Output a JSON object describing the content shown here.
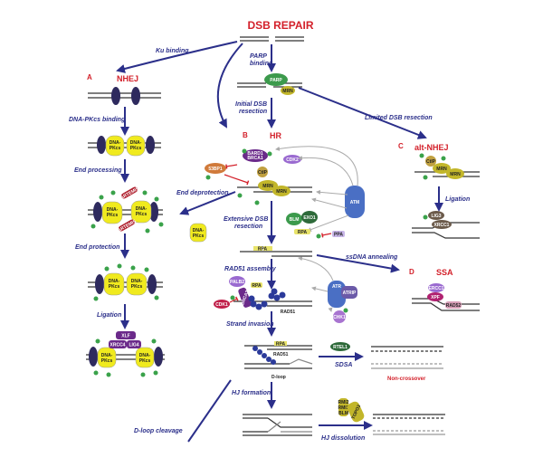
{
  "title": "DSB REPAIR",
  "panels": {
    "A": {
      "letter": "A",
      "title": "NHEJ"
    },
    "B": {
      "letter": "B",
      "title": "HR"
    },
    "C": {
      "letter": "C",
      "title": "alt-NHEJ"
    },
    "D": {
      "letter": "D",
      "title": "SSA"
    }
  },
  "steps": {
    "ku_binding": "Ku binding",
    "parp_binding_1": "PARP",
    "parp_binding_2": "binding",
    "initial_resection_1": "Initial DSB",
    "initial_resection_2": "resection",
    "limited_resection": "Limited DSB resection",
    "dnapkcs_binding": "DNA-PKcs binding",
    "end_processing": "End processing",
    "end_deprotection": "End deprotection",
    "end_protection": "End protection",
    "ligation_a": "Ligation",
    "ligation_c": "Ligation",
    "extensive_resection_1": "Extensive DSB",
    "extensive_resection_2": "resection",
    "ssdna_annealing": "ssDNA annealing",
    "rad51_assembly": "RAD51 assembly",
    "strand_invasion": "Strand invasion",
    "sdsa": "SDSA",
    "non_crossover": "Non-crossover",
    "dloop": "D-loop",
    "hj_formation": "HJ formation",
    "dloop_cleavage": "D-loop cleavage",
    "hj_dissolution": "HJ dissolution"
  },
  "proteins": {
    "parp": "PARP",
    "mrn": "MRN",
    "dnapkcs_1": "DNA-",
    "dnapkcs_2": "PKcs",
    "artemis": "ARTEMIS",
    "xlf": "XLF",
    "xrcc4": "XRCC4",
    "lig4": "LIG4",
    "brca1": "BRCA1",
    "bard1": "BARD1",
    "53bp1": "53BP1",
    "ctip": "CtIP",
    "cdk2": "CDK2",
    "atm": "ATM",
    "blm": "BLM",
    "exo1": "EXO1",
    "rpa": "RPA",
    "ppa": "PPA",
    "lig3": "LIG3",
    "xrcc1": "XRCC1",
    "palb2": "PALB2",
    "brca2": "BRCA2",
    "rad51": "RAD51",
    "cdk1": "CDK1",
    "atr": "ATR",
    "atrip": "ATRIP",
    "chk1": "CHK1",
    "ercc1": "ERCC1",
    "xpf": "XPF",
    "rad52": "RAD52",
    "rtel1": "RTEL1",
    "rmi1": "RMI1",
    "rmi2": "RMI2",
    "topo3": "TOPO3",
    "blm_complex": "BLM"
  },
  "colors": {
    "title_red": "#d3202a",
    "step_blue": "#2b2f8a",
    "ku": "#2e2a5e",
    "dnapkcs": "#f0ea1e",
    "mrn": "#c2b62a",
    "parp": "#3c9a4c",
    "artemis": "#b02230",
    "xrcc4": "#6b2a8a",
    "atm": "#4a6fc4",
    "rpa": "#e8e36a",
    "phospho": "#3aa24a",
    "dna": "#333333",
    "arrow": "#2b2f8a"
  }
}
